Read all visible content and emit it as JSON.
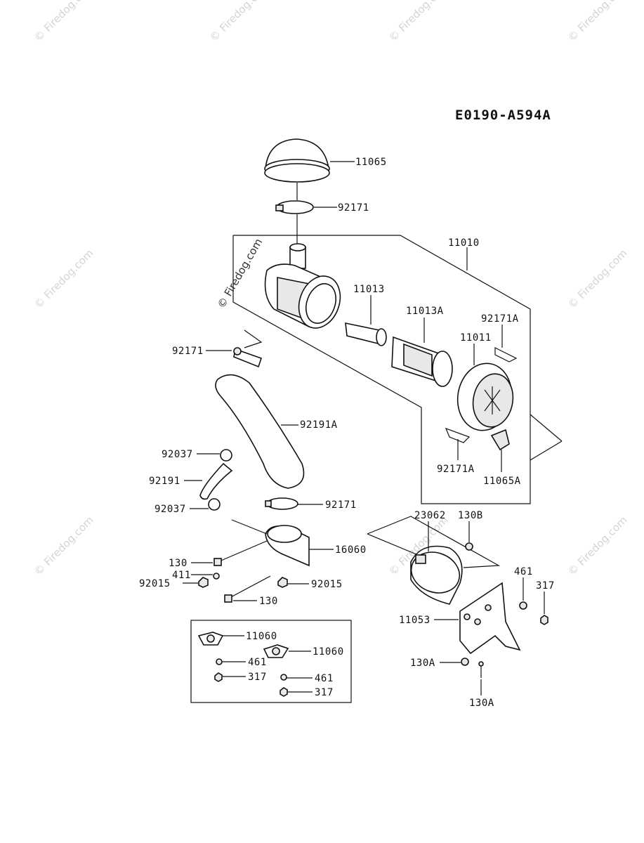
{
  "diagram": {
    "reference_code": "E0190-A594A",
    "watermark": "© Firedog.com",
    "part_labels": {
      "p11065": "11065",
      "p92171_top": "92171",
      "p11010": "11010",
      "p11013": "11013",
      "p11013A": "11013A",
      "p92171A_top": "92171A",
      "p11011": "11011",
      "p92171_left": "92171",
      "p92191A": "92191A",
      "p92037_top": "92037",
      "p92191": "92191",
      "p92037_bottom": "92037",
      "p92171_mid": "92171",
      "p92171A_bottom": "92171A",
      "p11065A": "11065A",
      "p16060": "16060",
      "p130_left": "130",
      "p411": "411",
      "p92015_left": "92015",
      "p92015_right": "92015",
      "p130_bottom": "130",
      "p23062": "23062",
      "p130B": "130B",
      "p461_right": "461",
      "p317_right": "317",
      "p11053": "11053",
      "p130A_left": "130A",
      "p130A_bottom": "130A",
      "p11060_a": "11060",
      "p461_inset_a": "461",
      "p317_inset_a": "317",
      "p11060_b": "11060",
      "p461_inset_b": "461",
      "p317_inset_b": "317"
    }
  }
}
